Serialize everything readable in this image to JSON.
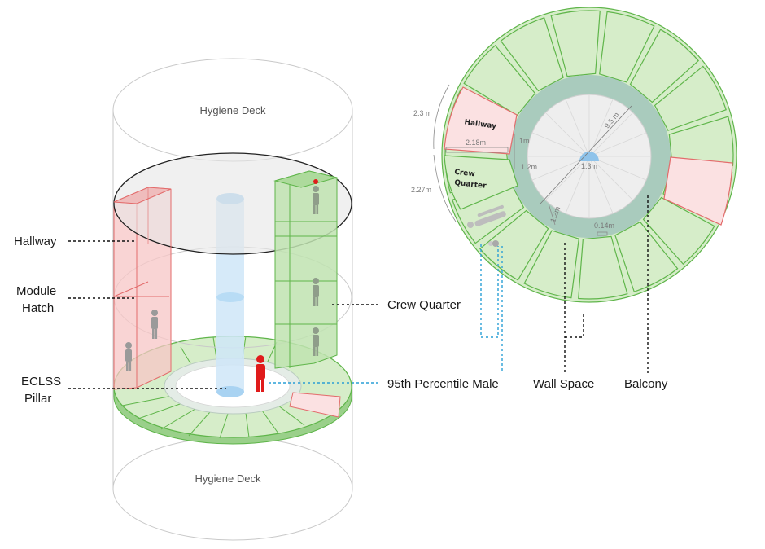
{
  "labels": {
    "hallway": "Hallway",
    "module_hatch_line1": "Module",
    "module_hatch_line2": "Hatch",
    "eclss_line1": "ECLSS",
    "eclss_line2": "Pillar",
    "crew_quarter": "Crew Quarter",
    "percentile_male": "95th Percentile Male",
    "wall_space": "Wall Space",
    "balcony": "Balcony"
  },
  "decks": {
    "top": "Hygiene Deck",
    "bottom": "Hygiene Deck"
  },
  "plan": {
    "hallway": "Hallway",
    "crew_quarter_line1": "Crew",
    "crew_quarter_line2": "Quarter",
    "dims": {
      "d_2_3": "2.3 m",
      "d_2_18": "2.18m",
      "d_2_27": "2.27m",
      "d_1m": "1m",
      "d_1_2a": "1.2m",
      "d_1_2b": "1.2m",
      "d_9_5": "9.5 m",
      "d_1_3": "1.3m",
      "d_0_14": "0.14m"
    }
  },
  "colors": {
    "green_fill": "#d6edc9",
    "green_stroke": "#5fb54a",
    "red_fill": "#fbe1e2",
    "red_stroke": "#e36b6b",
    "pillar_blue": "#a9d3f2",
    "ring_teal": "#a9cbbd",
    "human_red": "#e01b1b",
    "leader_blue": "#2a9fd6"
  }
}
